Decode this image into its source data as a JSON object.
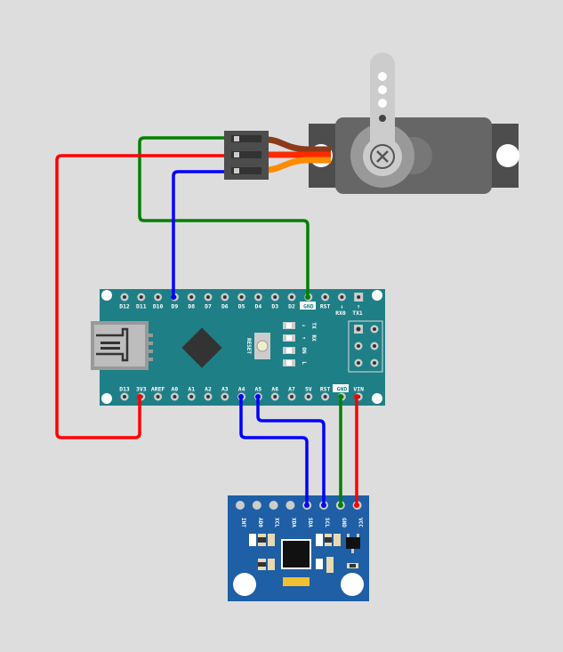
{
  "colors": {
    "background": "#dddddd",
    "wire_red": "#ff0000",
    "wire_green": "#008000",
    "wire_blue": "#0000ff",
    "servo_body": "#666666",
    "nano_board": "#1f7f86",
    "mpu_board": "#1e5fa5"
  },
  "nano": {
    "top_pins": [
      "D12",
      "D11",
      "D10",
      "D9",
      "D8",
      "D7",
      "D6",
      "D5",
      "D4",
      "D3",
      "D2",
      "GND",
      "RST",
      "↓",
      "↑"
    ],
    "top_sub": [
      "RX0",
      "TX1"
    ],
    "bottom_pins": [
      "D13",
      "3V3",
      "AREF",
      "A0",
      "A1",
      "A2",
      "A3",
      "A4",
      "A5",
      "A6",
      "A7",
      "5V",
      "RST",
      "GND",
      "VIN"
    ],
    "reset_label": "RESET",
    "led_labels": [
      "TX",
      "RX",
      "ON",
      "L"
    ],
    "led_arrows": [
      "↓",
      "↑"
    ]
  },
  "mpu": {
    "pins": [
      "INT",
      "AD0",
      "XCL",
      "XDA",
      "SDA",
      "SCL",
      "GND",
      "VCC"
    ]
  },
  "servo": {
    "wire_colors": [
      "#8b3a1a",
      "#ff2a00",
      "#ff8c00"
    ]
  }
}
